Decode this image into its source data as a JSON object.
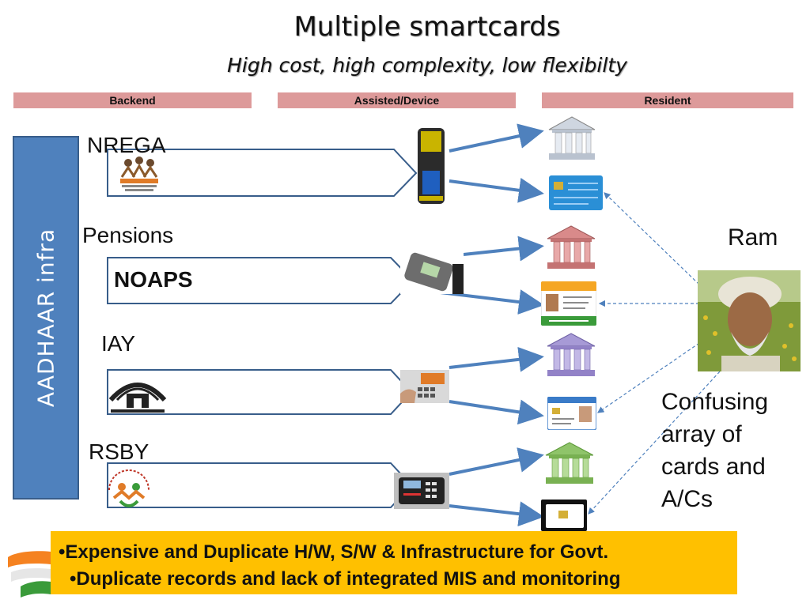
{
  "slide": {
    "title": "Multiple smartcards",
    "subtitle": "High cost, high complexity, low flexibilty"
  },
  "headers": {
    "backend": "Backend",
    "assisted": "Assisted/Device",
    "resident": "Resident"
  },
  "aadhaar": {
    "label": "AADHAAR infra",
    "color": "#4f81bd"
  },
  "schemes": [
    {
      "name": "NREGA",
      "logo": "nrega-logo-icon",
      "device": "handheld-terminal-icon"
    },
    {
      "name": "Pensions",
      "sub_label": "NOAPS",
      "device": "mobile-pos-device-icon"
    },
    {
      "name": "IAY",
      "logo": "iay-house-logo-icon",
      "device": "card-reader-keypad-icon"
    },
    {
      "name": "RSBY",
      "logo": "rsby-logo-icon",
      "device": "pos-terminal-icon"
    }
  ],
  "resident_items": [
    {
      "icon": "bank-building-icon",
      "color": "#cfd6e0"
    },
    {
      "icon": "smart-card-icon",
      "color": "#2a8fd6"
    },
    {
      "icon": "bank-building-icon",
      "color": "#d98a8a"
    },
    {
      "icon": "aadhaar-card-icon",
      "color": "#f5a623"
    },
    {
      "icon": "bank-building-icon",
      "color": "#a79ad6"
    },
    {
      "icon": "id-card-icon",
      "color": "#3a7bc8"
    },
    {
      "icon": "bank-building-icon",
      "color": "#8fc46a"
    },
    {
      "icon": "chip-card-icon",
      "color": "#222222"
    }
  ],
  "person": {
    "name": "Ram",
    "photo": "farmer-portrait-icon",
    "note": [
      "Confusing",
      "array of",
      "cards and",
      "A/Cs"
    ]
  },
  "bullets": [
    "•Expensive and Duplicate H/W, S/W & Infrastructure for  Govt.",
    "•Duplicate records and lack of integrated MIS and monitoring"
  ],
  "colors": {
    "arrow": "#4f81bd",
    "header_band": "#dd9a9a",
    "callout": "#ffc000"
  }
}
